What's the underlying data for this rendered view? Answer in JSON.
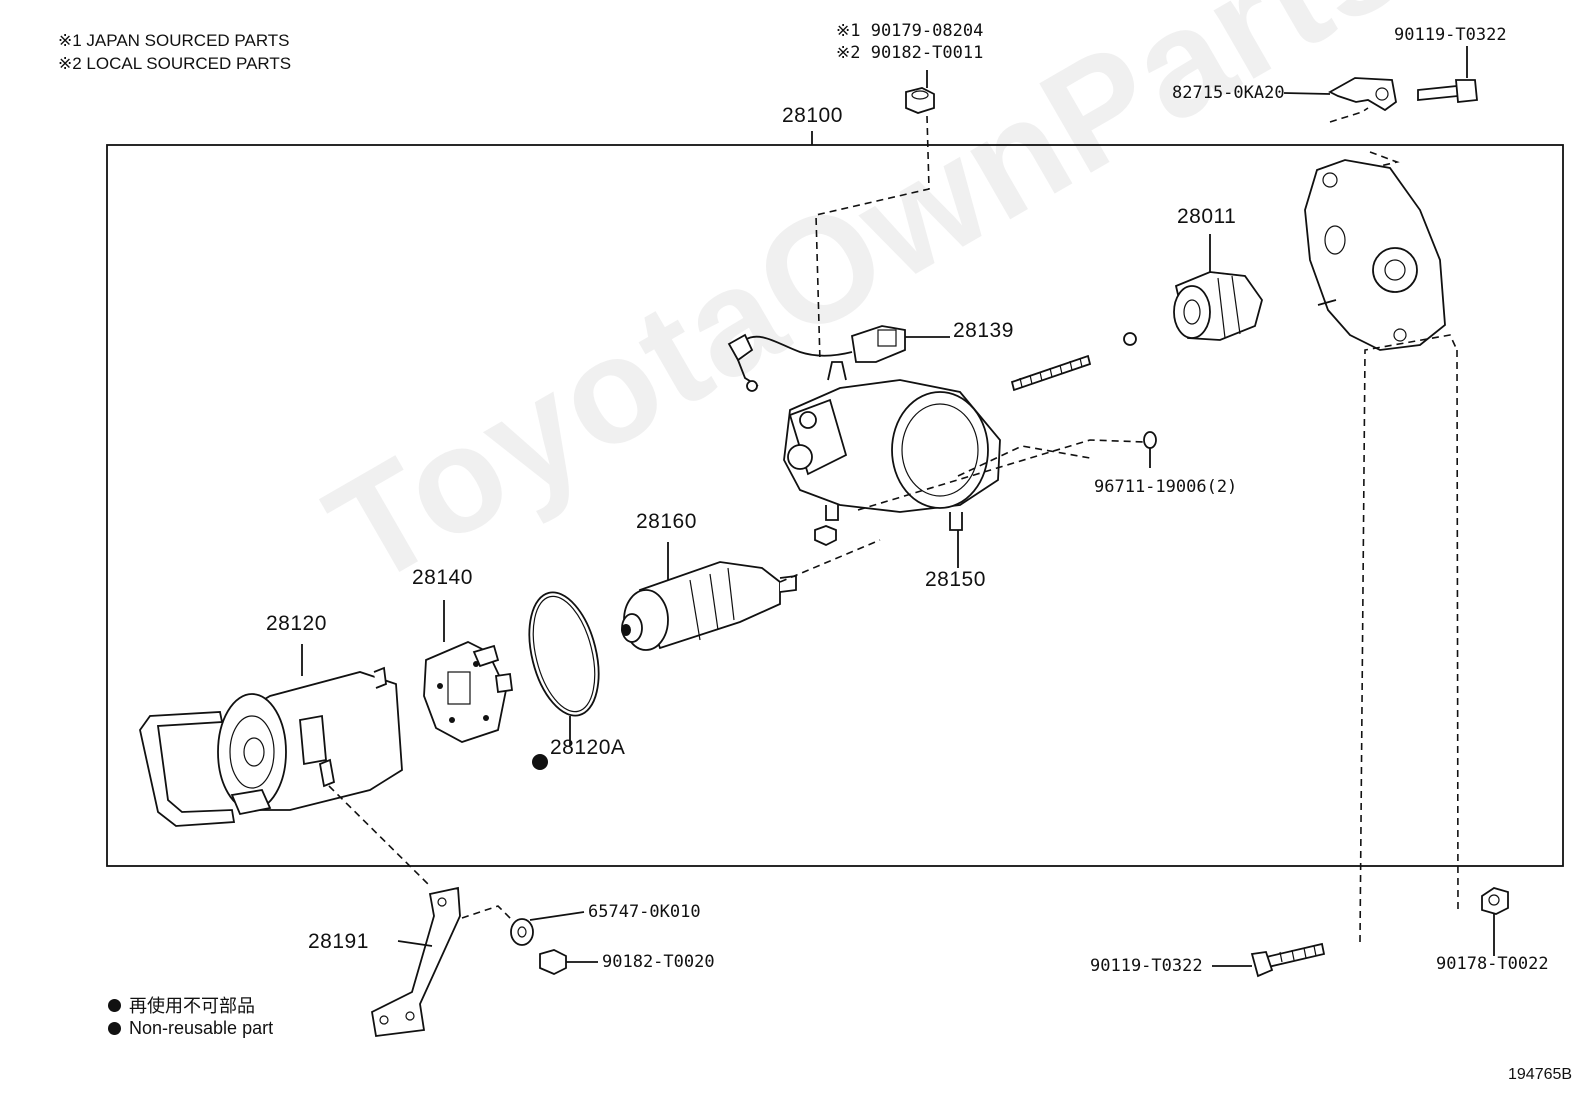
{
  "notes": {
    "japan": "※1 JAPAN SOURCED PARTS",
    "local": "※2 LOCAL SOURCED PARTS"
  },
  "parts": {
    "assembly": "28100",
    "nut_top_jp": "※1 90179-08204",
    "nut_top_local": "※2 90182-T0011",
    "bolt_top_right": "90119-T0322",
    "bracket_top": "82715-0KA20",
    "clutch": "28011",
    "lead": "28139",
    "ball": "96711-19006(2)",
    "housing": "28150",
    "armature": "28160",
    "brush_holder": "28140",
    "yoke": "28120",
    "oring": "28120A",
    "stay": "28191",
    "washer": "65747-0K010",
    "nut_bottom": "90182-T0020",
    "bolt_bottom": "90119-T0322",
    "nut_bottom_right": "90178-T0022"
  },
  "legend": {
    "jp": "再使用不可部品",
    "en": "Non-reusable part"
  },
  "watermark": "ToyotaOwnParts.ru",
  "diagram_id": "194765B"
}
